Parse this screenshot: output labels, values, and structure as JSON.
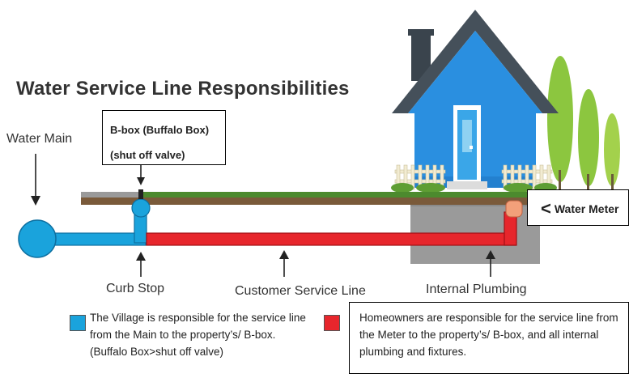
{
  "title": "Water Service Line Responsibilities",
  "labels": {
    "water_main": "Water Main",
    "bbox_line1": "B-box (Buffalo Box)",
    "bbox_line2": "(shut off valve)",
    "water_meter": "Water Meter",
    "meter_prefix": "<",
    "curb_stop": "Curb Stop",
    "customer_service_line": "Customer Service Line",
    "internal_plumbing": "Internal Plumbing"
  },
  "legend": [
    {
      "color": "#1aa3dc",
      "text": "The Village is responsible for the service line from the Main to the property’s/ B-box. (Buffalo Box>shut off valve)"
    },
    {
      "color": "#e7262c",
      "text": "Homeowners are responsible for the service line from the Meter to the property’s/ B-box, and all internal plumbing and fixtures."
    }
  ],
  "colors": {
    "village_pipe": "#1aa3dc",
    "homeowner_pipe": "#e7262c",
    "house_wall": "#2a8fe0",
    "roof": "#45505a",
    "ground": "#7a5a3a",
    "grass": "#4c8a2e",
    "trees": "#8cc63f"
  }
}
